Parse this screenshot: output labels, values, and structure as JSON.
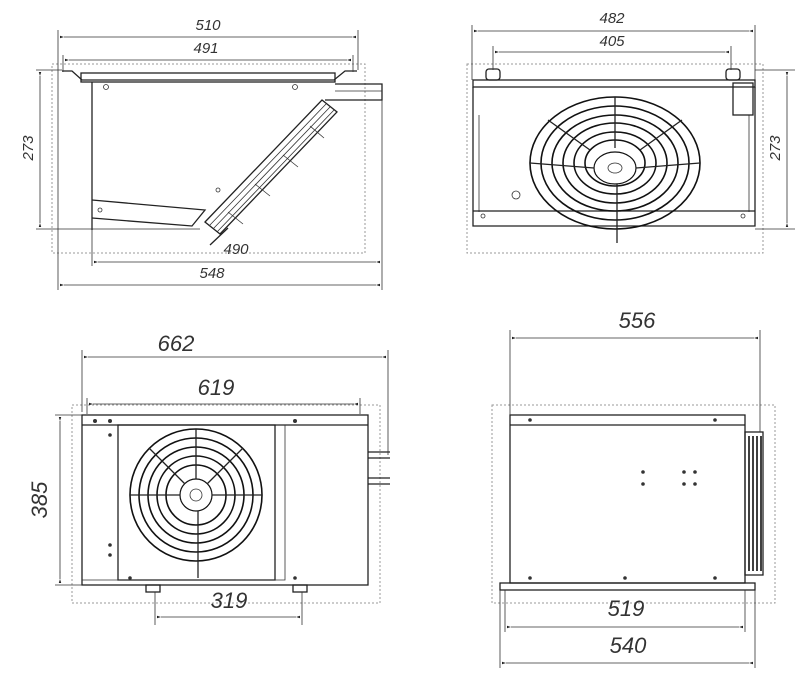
{
  "views": {
    "side": {
      "width_outer": "510",
      "width_inner": "491",
      "height": "273",
      "depth_inner": "490",
      "depth_outer": "548"
    },
    "front": {
      "width_outer": "482",
      "mount_spacing": "405",
      "height": "273"
    },
    "unit_front": {
      "width_outer": "662",
      "width_inner": "619",
      "height": "385",
      "feet_spacing": "319"
    },
    "unit_side": {
      "width": "556",
      "base_inner": "519",
      "base_outer": "540"
    }
  }
}
